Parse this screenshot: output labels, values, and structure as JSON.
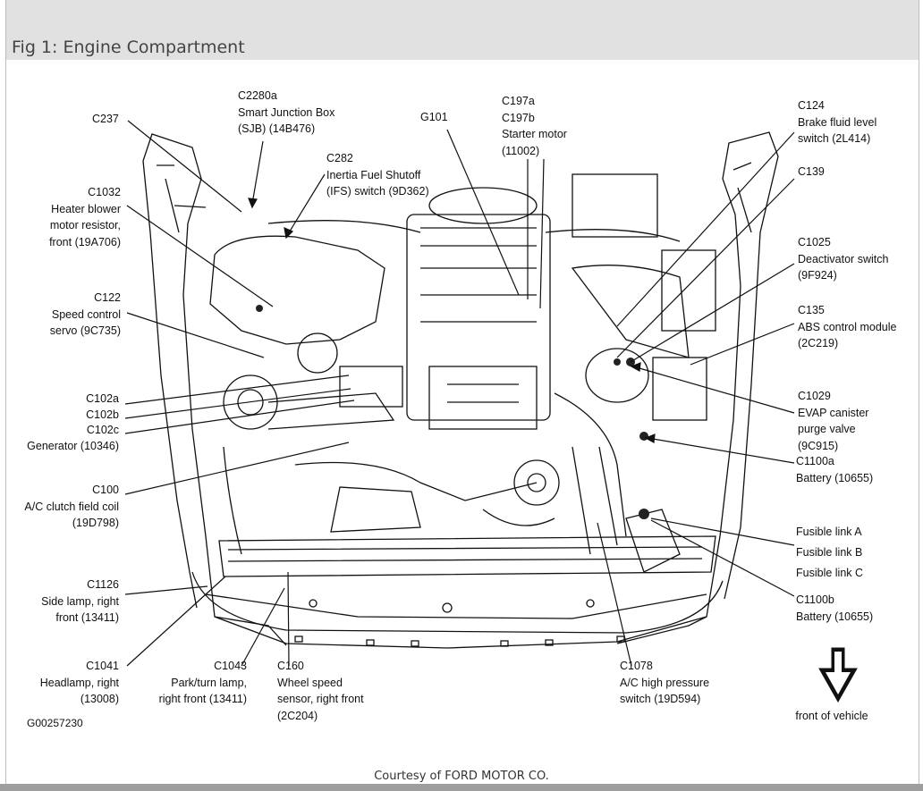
{
  "figure": {
    "title": "Fig 1: Engine Compartment",
    "credit": "Courtesy of FORD MOTOR CO.",
    "figure_id": "G00257230",
    "orientation_label": "front of vehicle"
  },
  "labels": {
    "c2280a": [
      "C2280a",
      "Smart Junction Box",
      "(SJB) (14B476)"
    ],
    "c237": [
      "C237"
    ],
    "c282": [
      "C282",
      "Inertia Fuel Shutoff",
      "(IFS) switch (9D362)"
    ],
    "g101": [
      "G101"
    ],
    "c197": [
      "C197a",
      "C197b",
      "Starter motor",
      "(11002)"
    ],
    "c124": [
      "C124",
      "Brake fluid level",
      "switch (2L414)"
    ],
    "c139": [
      "C139"
    ],
    "c1032": [
      "C1032",
      "Heater blower",
      "motor resistor,",
      "front (19A706)"
    ],
    "c1025": [
      "C1025",
      "Deactivator switch",
      "(9F924)"
    ],
    "c122": [
      "C122",
      "Speed control",
      "servo (9C735)"
    ],
    "c135": [
      "C135",
      "ABS control module",
      "(2C219)"
    ],
    "c102": [
      "C102a",
      "C102b",
      "C102c",
      "Generator (10346)"
    ],
    "c1029": [
      "C1029",
      "EVAP canister",
      "purge valve",
      "(9C915)"
    ],
    "c1100a": [
      "C1100a",
      "Battery (10655)"
    ],
    "c100": [
      "C100",
      "A/C clutch field coil",
      "(19D798)"
    ],
    "fusible": [
      "Fusible link A",
      "Fusible link B",
      "Fusible link C"
    ],
    "c1126": [
      "C1126",
      "Side lamp, right",
      "front (13411)"
    ],
    "c1100b": [
      "C1100b",
      "Battery (10655)"
    ],
    "c1041": [
      "C1041",
      "Headlamp, right",
      "(13008)"
    ],
    "c1043": [
      "C1043",
      "Park/turn lamp,",
      "right front (13411)"
    ],
    "c160": [
      "C160",
      "Wheel speed",
      "sensor, right front",
      "(2C204)"
    ],
    "c1078": [
      "C1078",
      "A/C high pressure",
      "switch (19D594)"
    ]
  }
}
